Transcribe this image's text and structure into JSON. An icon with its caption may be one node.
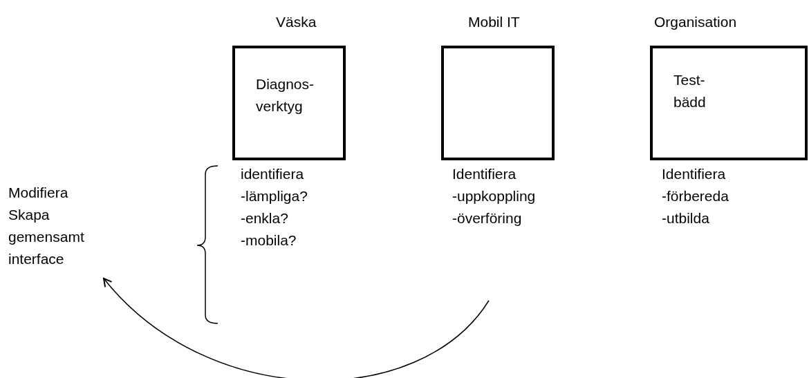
{
  "diagram": {
    "nodes": [
      {
        "text": [
          "Väska",
          "Diagnos- verktyg"
        ],
        "beside": [
          "identifiera",
          "-lämpliga?",
          "-enkla?",
          "-mobila?"
        ]
      },
      {
        "text": [
          "Mobil IT"
        ],
        "beside": [
          "Identifiera",
          "-uppkoppling",
          "-överföring"
        ]
      },
      {
        "text": [
          "Organisation",
          "Test- bädd"
        ],
        "beside": [
          "Identifiera",
          "-förbereda",
          "-utbilda"
        ]
      },
      {
        "text": [
          "Modifiera Skapa gemensamt interface"
        ]
      }
    ],
    "edges": [
      {
        "from": null,
        "to": 3,
        "arrow": "to"
      }
    ]
  }
}
